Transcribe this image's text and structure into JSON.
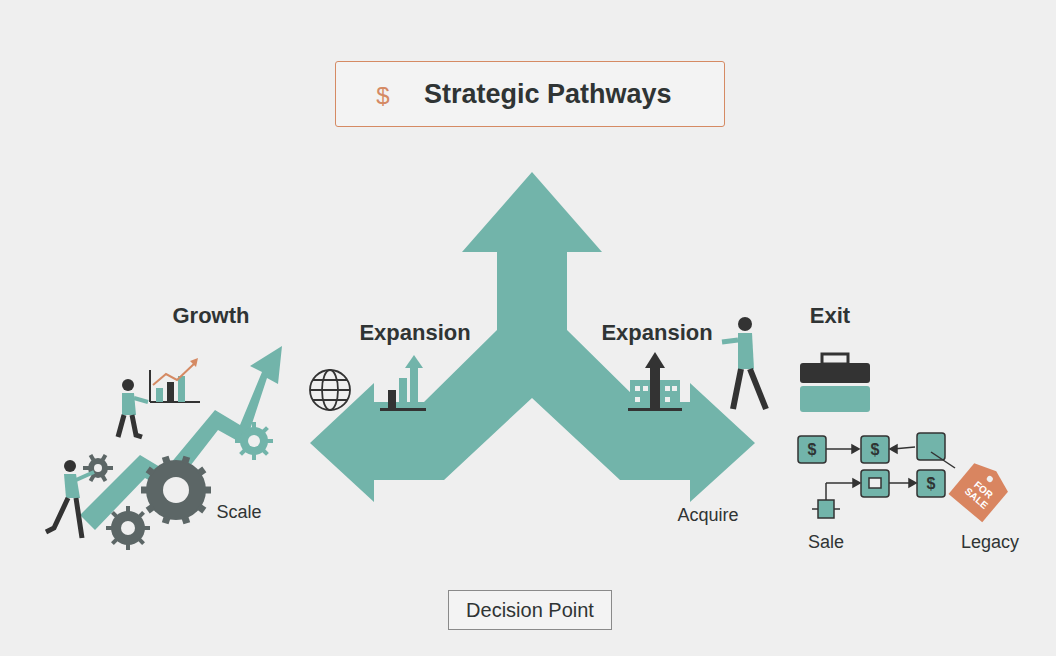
{
  "diagram": {
    "title": "Strategic Pathways",
    "nodes": [
      {
        "text": [
          "Decision Point"
        ]
      }
    ],
    "labels": [
      "$",
      "Growth",
      "Scale",
      "Expansion",
      "Expansion",
      "Acquire",
      "Exit",
      "$",
      "$",
      "$",
      "FOR SALE",
      "Sale",
      "Legacy"
    ]
  }
}
